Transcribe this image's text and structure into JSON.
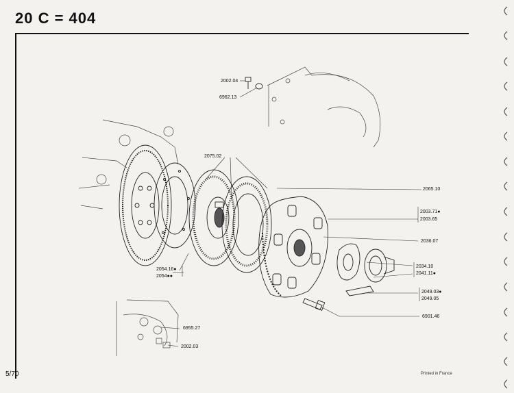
{
  "header": {
    "title": "20 C = 404"
  },
  "footer": {
    "page_number": "5/70",
    "printed": "Printed in France"
  },
  "labels": {
    "l2002_04": "2002.04",
    "l6962_13": "6962.13",
    "l2075_02": "2075.02",
    "l2065_10": "2065.10",
    "l2003_71": "2003.71●",
    "l2003_65": "2003.65",
    "l2036_07": "2036.07",
    "l2034_10": "2034.10",
    "l2041_11": "2041.11●",
    "l2049_03": "2049.03●",
    "l2049_05": "2049.05",
    "l6901_46": "6901.46",
    "l2054_16": "2054.16●",
    "l2054": "2054●●",
    "l6955_27": "6955.27",
    "l2002_03": "2002.03"
  }
}
